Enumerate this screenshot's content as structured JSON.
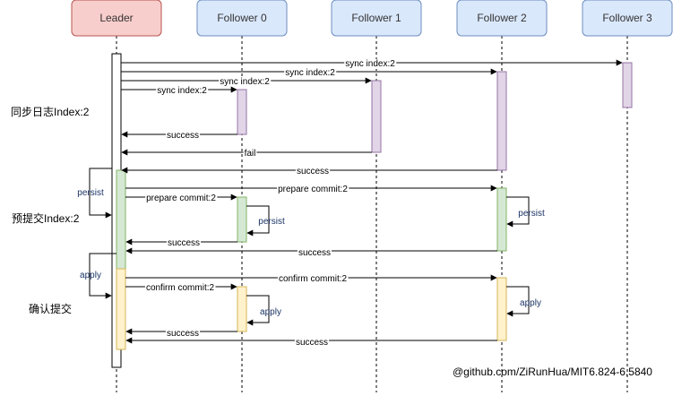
{
  "colors": {
    "leader_fill": "#f8cecc",
    "leader_stroke": "#b85450",
    "follower_fill": "#dae8fc",
    "follower_stroke": "#6c8ebf",
    "sync_fill": "#e1d5e7",
    "sync_stroke": "#9673a6",
    "prepare_fill": "#d5e8d4",
    "prepare_stroke": "#82b366",
    "confirm_fill": "#fff2cc",
    "confirm_stroke": "#d6b656",
    "self_label": "#1a3366"
  },
  "actors": [
    "Leader",
    "Follower 0",
    "Follower 1",
    "Follower 2",
    "Follower 3"
  ],
  "phases": {
    "sync": "同步日志Index:2",
    "prepare": "预提交Index:2",
    "confirm": "确认提交"
  },
  "messages": {
    "sync_f3": "sync index:2",
    "sync_f2": "sync index:2",
    "sync_f1": "sync index:2",
    "sync_f0": "sync index:2",
    "resp_f0": "success",
    "resp_f1": "fail",
    "resp_f2": "success",
    "prepare_f2": "prepare commit:2",
    "prepare_f0": "prepare commit:2",
    "prepare_resp_f0": "success",
    "prepare_resp_f2": "success",
    "confirm_f2": "confirm commit:2",
    "confirm_f0": "confirm commit:2",
    "confirm_resp_f0": "success",
    "confirm_resp_f2": "success"
  },
  "self_calls": {
    "leader_persist": "persist",
    "f0_persist": "persist",
    "f2_persist": "persist",
    "leader_apply": "apply",
    "f0_apply": "apply",
    "f2_apply": "apply"
  },
  "credit": "@github.com/ZiRunHua/MIT6.824-6.5840"
}
